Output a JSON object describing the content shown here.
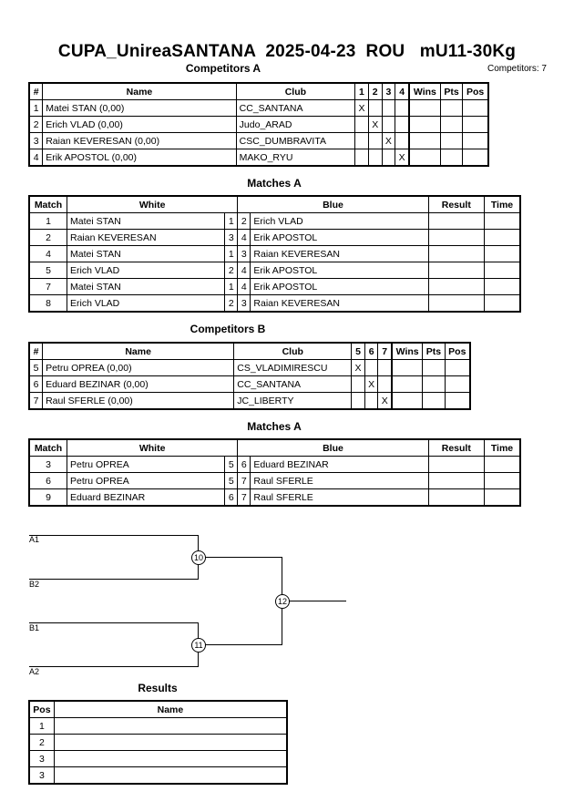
{
  "title": "CUPA_UnireaSANTANA  2025-04-23  ROU   mU11-30Kg",
  "competitors_count": "Competitors: 7",
  "pool_a": {
    "heading": "Competitors A",
    "headers": {
      "num": "#",
      "name": "Name",
      "club": "Club",
      "c1": "1",
      "c2": "2",
      "c3": "3",
      "c4": "4",
      "wins": "Wins",
      "pts": "Pts",
      "pos": "Pos"
    },
    "rows": [
      {
        "num": "1",
        "name": "Matei STAN  (0,00)",
        "club": "CC_SANTANA",
        "m1": "X",
        "m2": "",
        "m3": "",
        "m4": ""
      },
      {
        "num": "2",
        "name": "Erich VLAD  (0,00)",
        "club": "Judo_ARAD",
        "m1": "",
        "m2": "X",
        "m3": "",
        "m4": ""
      },
      {
        "num": "3",
        "name": "Raian KEVERESAN  (0,00)",
        "club": "CSC_DUMBRAVITA",
        "m1": "",
        "m2": "",
        "m3": "X",
        "m4": ""
      },
      {
        "num": "4",
        "name": "Erik APOSTOL  (0,00)",
        "club": "MAKO_RYU",
        "m1": "",
        "m2": "",
        "m3": "",
        "m4": "X"
      }
    ]
  },
  "matches_a": {
    "heading": "Matches A",
    "headers": {
      "match": "Match",
      "white": "White",
      "blue": "Blue",
      "result": "Result",
      "time": "Time"
    },
    "rows": [
      {
        "match": "1",
        "white": "Matei STAN",
        "w": "1",
        "b": "2",
        "blue": "Erich VLAD"
      },
      {
        "match": "2",
        "white": "Raian KEVERESAN",
        "w": "3",
        "b": "4",
        "blue": "Erik APOSTOL"
      },
      {
        "match": "4",
        "white": "Matei STAN",
        "w": "1",
        "b": "3",
        "blue": "Raian KEVERESAN"
      },
      {
        "match": "5",
        "white": "Erich VLAD",
        "w": "2",
        "b": "4",
        "blue": "Erik APOSTOL"
      },
      {
        "match": "7",
        "white": "Matei STAN",
        "w": "1",
        "b": "4",
        "blue": "Erik APOSTOL"
      },
      {
        "match": "8",
        "white": "Erich VLAD",
        "w": "2",
        "b": "3",
        "blue": "Raian KEVERESAN"
      }
    ]
  },
  "pool_b": {
    "heading": "Competitors B",
    "headers": {
      "num": "#",
      "name": "Name",
      "club": "Club",
      "c5": "5",
      "c6": "6",
      "c7": "7",
      "wins": "Wins",
      "pts": "Pts",
      "pos": "Pos"
    },
    "rows": [
      {
        "num": "5",
        "name": "Petru OPREA  (0,00)",
        "club": "CS_VLADIMIRESCU",
        "m5": "X",
        "m6": "",
        "m7": ""
      },
      {
        "num": "6",
        "name": "Eduard BEZINAR  (0,00)",
        "club": "CC_SANTANA",
        "m5": "",
        "m6": "X",
        "m7": ""
      },
      {
        "num": "7",
        "name": "Raul SFERLE  (0,00)",
        "club": "JC_LIBERTY",
        "m5": "",
        "m6": "",
        "m7": "X"
      }
    ]
  },
  "matches_b": {
    "heading": "Matches A",
    "headers": {
      "match": "Match",
      "white": "White",
      "blue": "Blue",
      "result": "Result",
      "time": "Time"
    },
    "rows": [
      {
        "match": "3",
        "white": "Petru OPREA",
        "w": "5",
        "b": "6",
        "blue": "Eduard BEZINAR"
      },
      {
        "match": "6",
        "white": "Petru OPREA",
        "w": "5",
        "b": "7",
        "blue": "Raul SFERLE"
      },
      {
        "match": "9",
        "white": "Eduard BEZINAR",
        "w": "6",
        "b": "7",
        "blue": "Raul SFERLE"
      }
    ]
  },
  "bracket": {
    "labels": {
      "a1": "A1",
      "b2": "B2",
      "b1": "B1",
      "a2": "A2"
    },
    "nodes": {
      "n10": "10",
      "n11": "11",
      "n12": "12"
    }
  },
  "results": {
    "heading": "Results",
    "headers": {
      "pos": "Pos",
      "name": "Name"
    },
    "rows": [
      {
        "pos": "1",
        "name": ""
      },
      {
        "pos": "2",
        "name": ""
      },
      {
        "pos": "3",
        "name": ""
      },
      {
        "pos": "3",
        "name": ""
      }
    ]
  }
}
